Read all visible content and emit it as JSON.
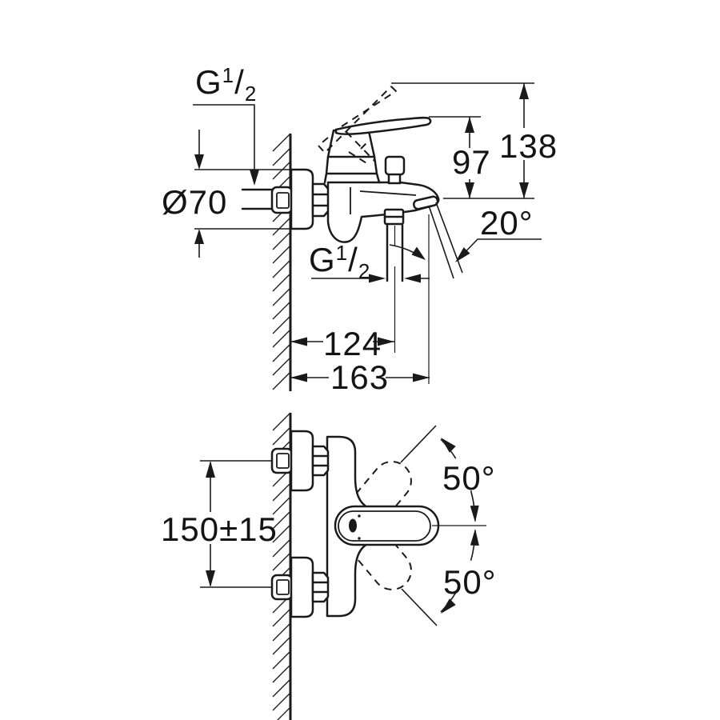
{
  "drawing_title": "bath-mixer-installation-dimension-drawing",
  "colors": {
    "ink": "#1a1a1a",
    "background": "#ffffff"
  },
  "labels": {
    "thread": {
      "letter": "G",
      "numerator": "1",
      "slash": "/",
      "denominator": "2"
    }
  },
  "side_view": {
    "dimensions": {
      "escutcheon_diameter": "Ø70",
      "lever_height": "97",
      "lever_raised_height": "138",
      "spout_angle": "20°",
      "wall_to_hose_center": "124",
      "wall_to_spout_tip": "163"
    }
  },
  "front_view": {
    "dimensions": {
      "connection_spacing": "150±15",
      "handle_swing_up": "50°",
      "handle_swing_down": "50°"
    }
  }
}
